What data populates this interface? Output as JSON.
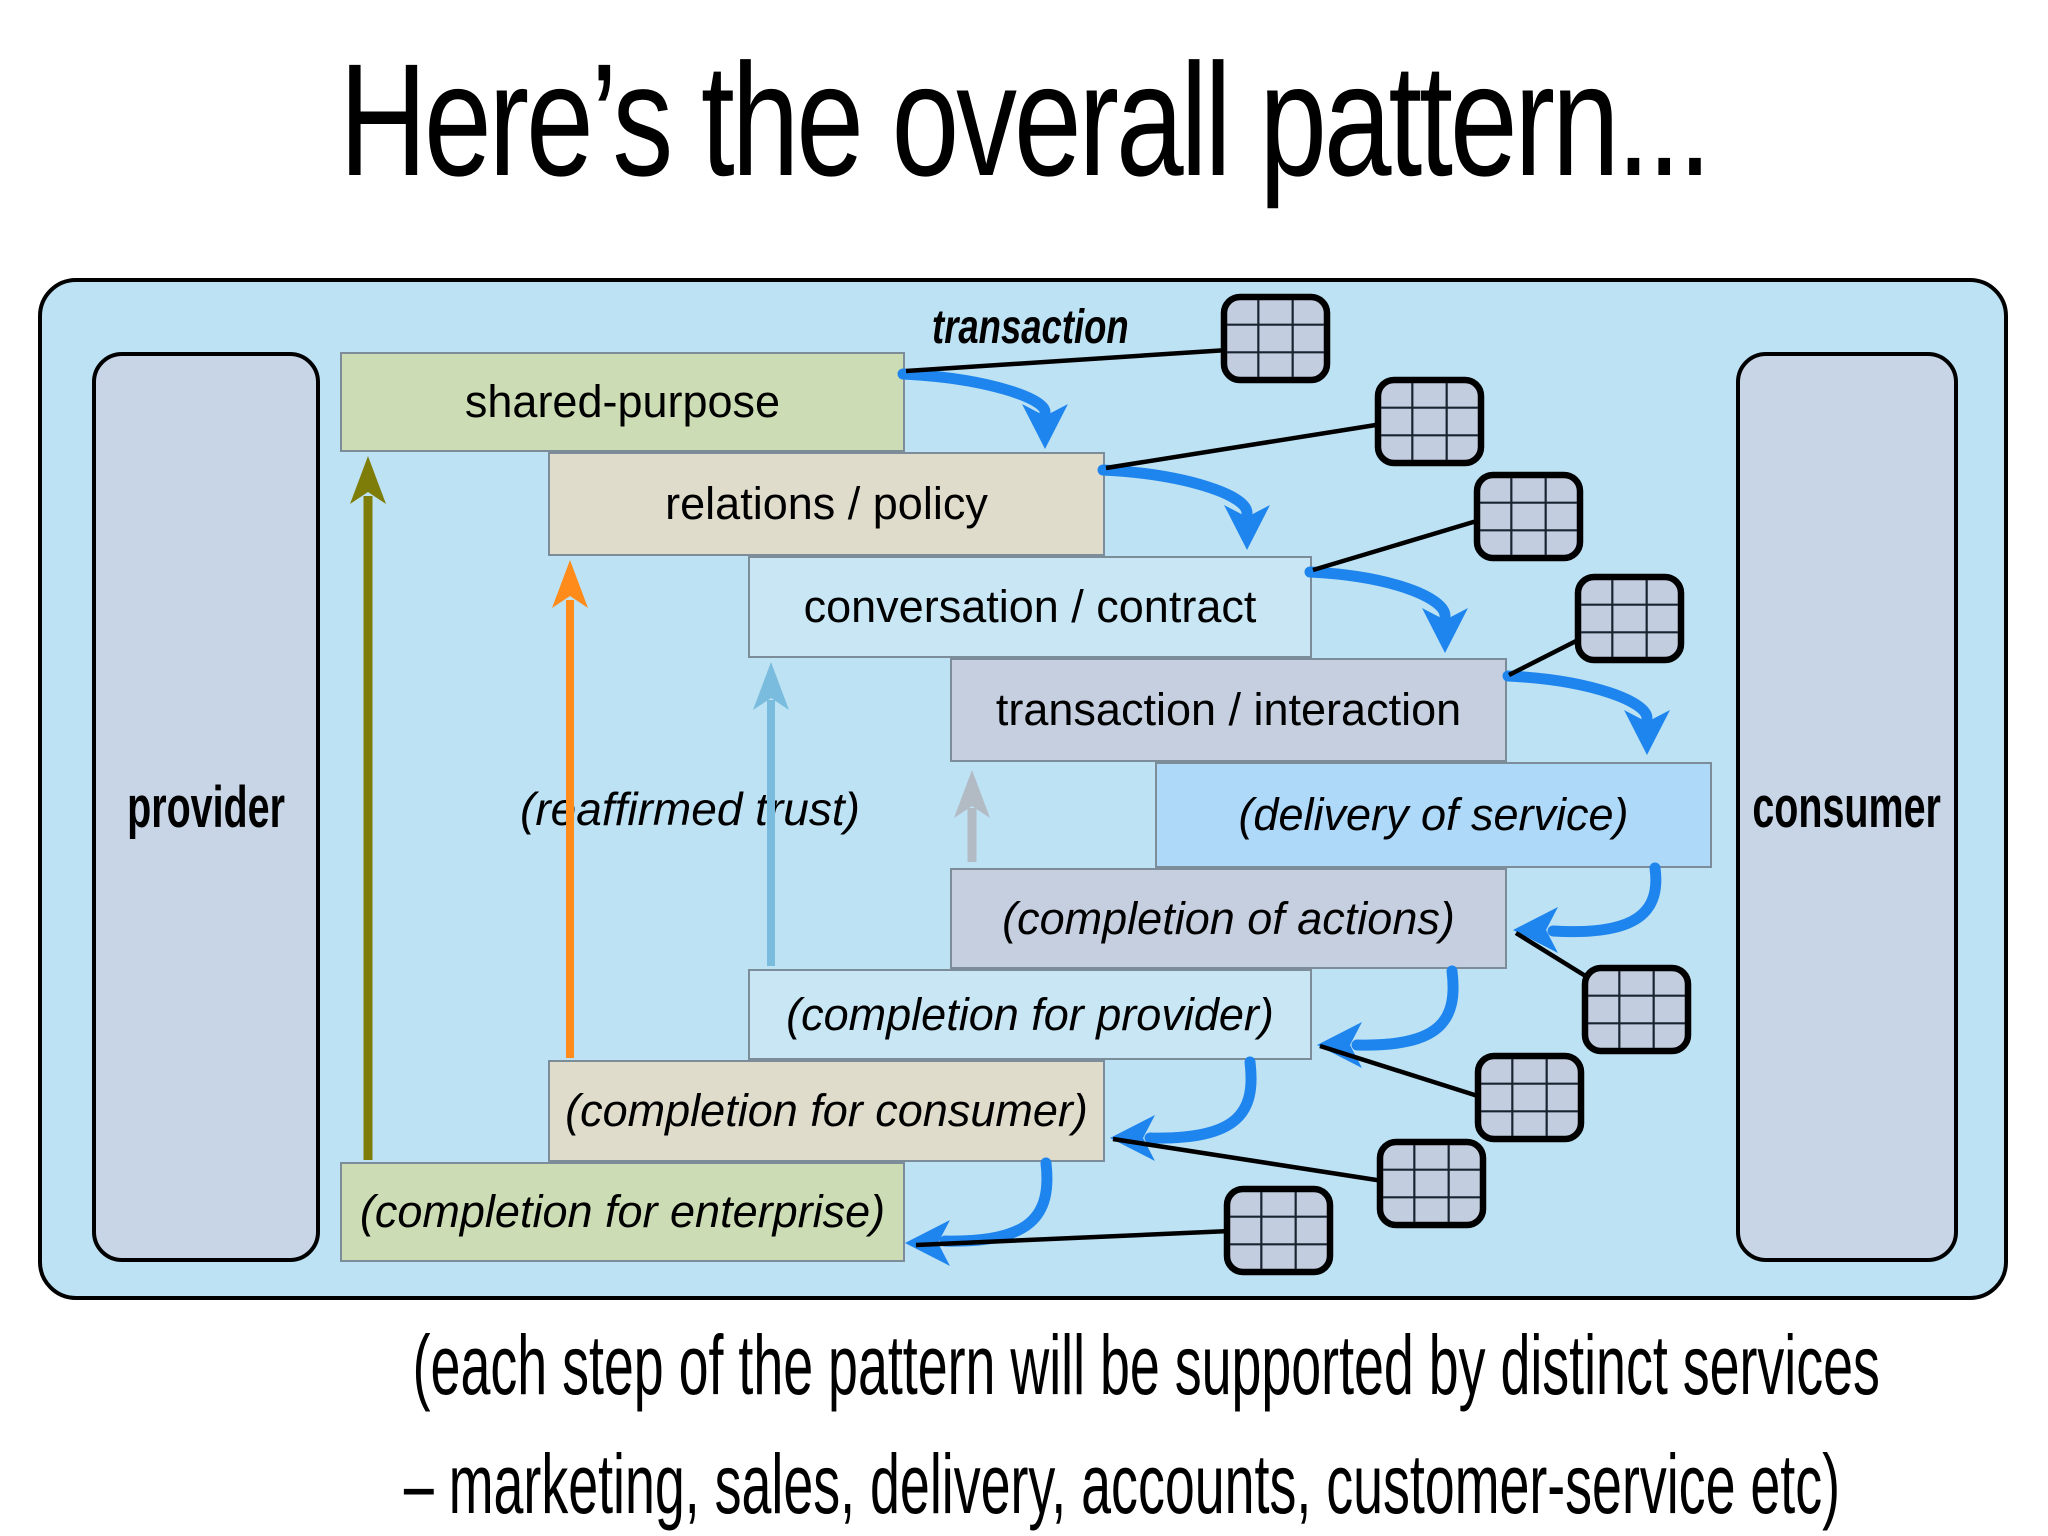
{
  "title": "Here’s the overall pattern...",
  "caption": {
    "line1": "(each step of the pattern will be supported by distinct services",
    "line2": "– marketing, sales, delivery, accounts, customer-service etc)"
  },
  "diagram": {
    "transaction_label": "transaction",
    "provider_label": "provider",
    "consumer_label": "consumer",
    "reaffirmed_trust_label": "(reaffirmed trust)",
    "icon_name": "grid-table-icon",
    "steps": [
      {
        "label": "shared-purpose",
        "fill": "#ccdcb4",
        "italic": false
      },
      {
        "label": "relations / policy",
        "fill": "#dfdccc",
        "italic": false
      },
      {
        "label": "conversation / contract",
        "fill": "#c8e6f4",
        "italic": false
      },
      {
        "label": "transaction / interaction",
        "fill": "#c5cfdf",
        "italic": false
      },
      {
        "label": "(delivery of service)",
        "fill": "#aed9f8",
        "italic": true
      },
      {
        "label": "(completion of actions)",
        "fill": "#c5cfdf",
        "italic": true
      },
      {
        "label": "(completion for provider)",
        "fill": "#c8e6f4",
        "italic": true
      },
      {
        "label": "(completion for consumer)",
        "fill": "#dfdccc",
        "italic": true
      },
      {
        "label": "(completion for enterprise)",
        "fill": "#ccdcb4",
        "italic": true
      }
    ],
    "colors": {
      "canvas": "#bde2f4",
      "column_fill": "#c8d5e7",
      "flow_arrow": "#1f85ee",
      "trust_arrow_enterprise": "#7e7d0a",
      "trust_arrow_consumer": "#ff8c1a",
      "trust_arrow_provider": "#79bcdd",
      "trust_arrow_actions": "#b2bac4",
      "icon_fill": "#c2cde0",
      "connector_line": "#000000"
    }
  }
}
